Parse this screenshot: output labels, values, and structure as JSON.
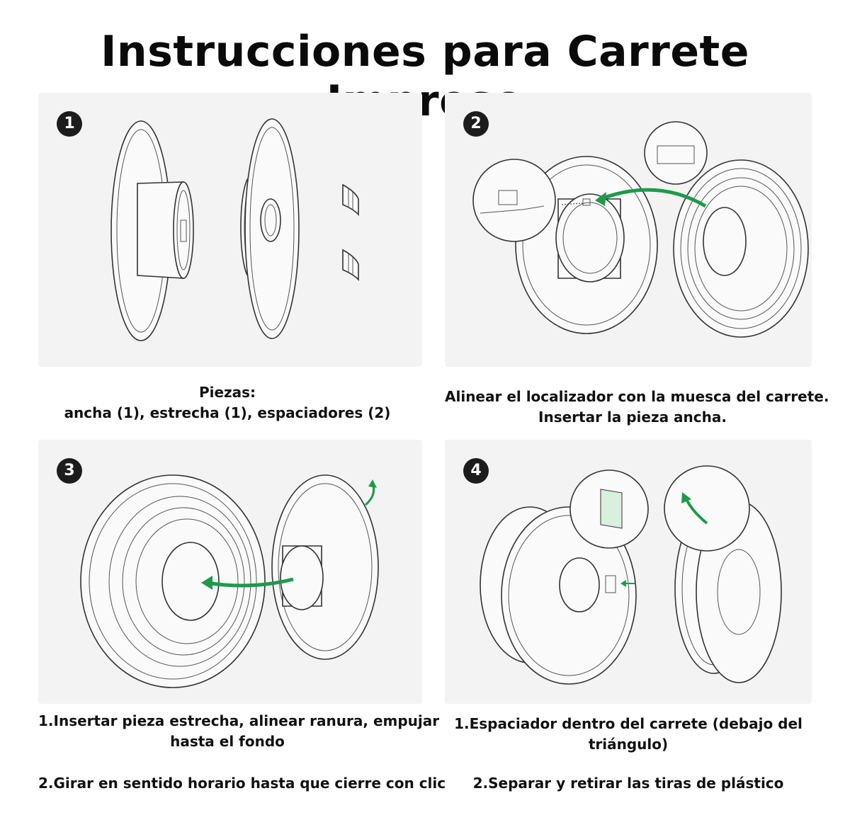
{
  "title": "Instrucciones para Carrete Impreso",
  "steps": [
    {
      "number": "1",
      "caption": [
        "Piezas:",
        "ancha (1), estrecha (1), espaciadores (2)"
      ]
    },
    {
      "number": "2",
      "caption": [
        "Alinear el localizador con la muesca del carrete.",
        "Insertar la pieza ancha."
      ]
    },
    {
      "number": "3",
      "caption": [
        "1.Insertar pieza estrecha, alinear ranura, empujar",
        "hasta el fondo",
        "",
        "2.Girar en sentido horario hasta que cierre con clic"
      ]
    },
    {
      "number": "4",
      "caption": [
        "1.Espaciador dentro del carrete (debajo del",
        "triángulo)",
        "",
        "2.Separar y retirar las tiras de plástico"
      ]
    }
  ],
  "colors": {
    "panel_bg": "#f3f3f3",
    "badge": "#1c1c1c",
    "arrow": "#1e9a4a",
    "ink": "#111111"
  }
}
